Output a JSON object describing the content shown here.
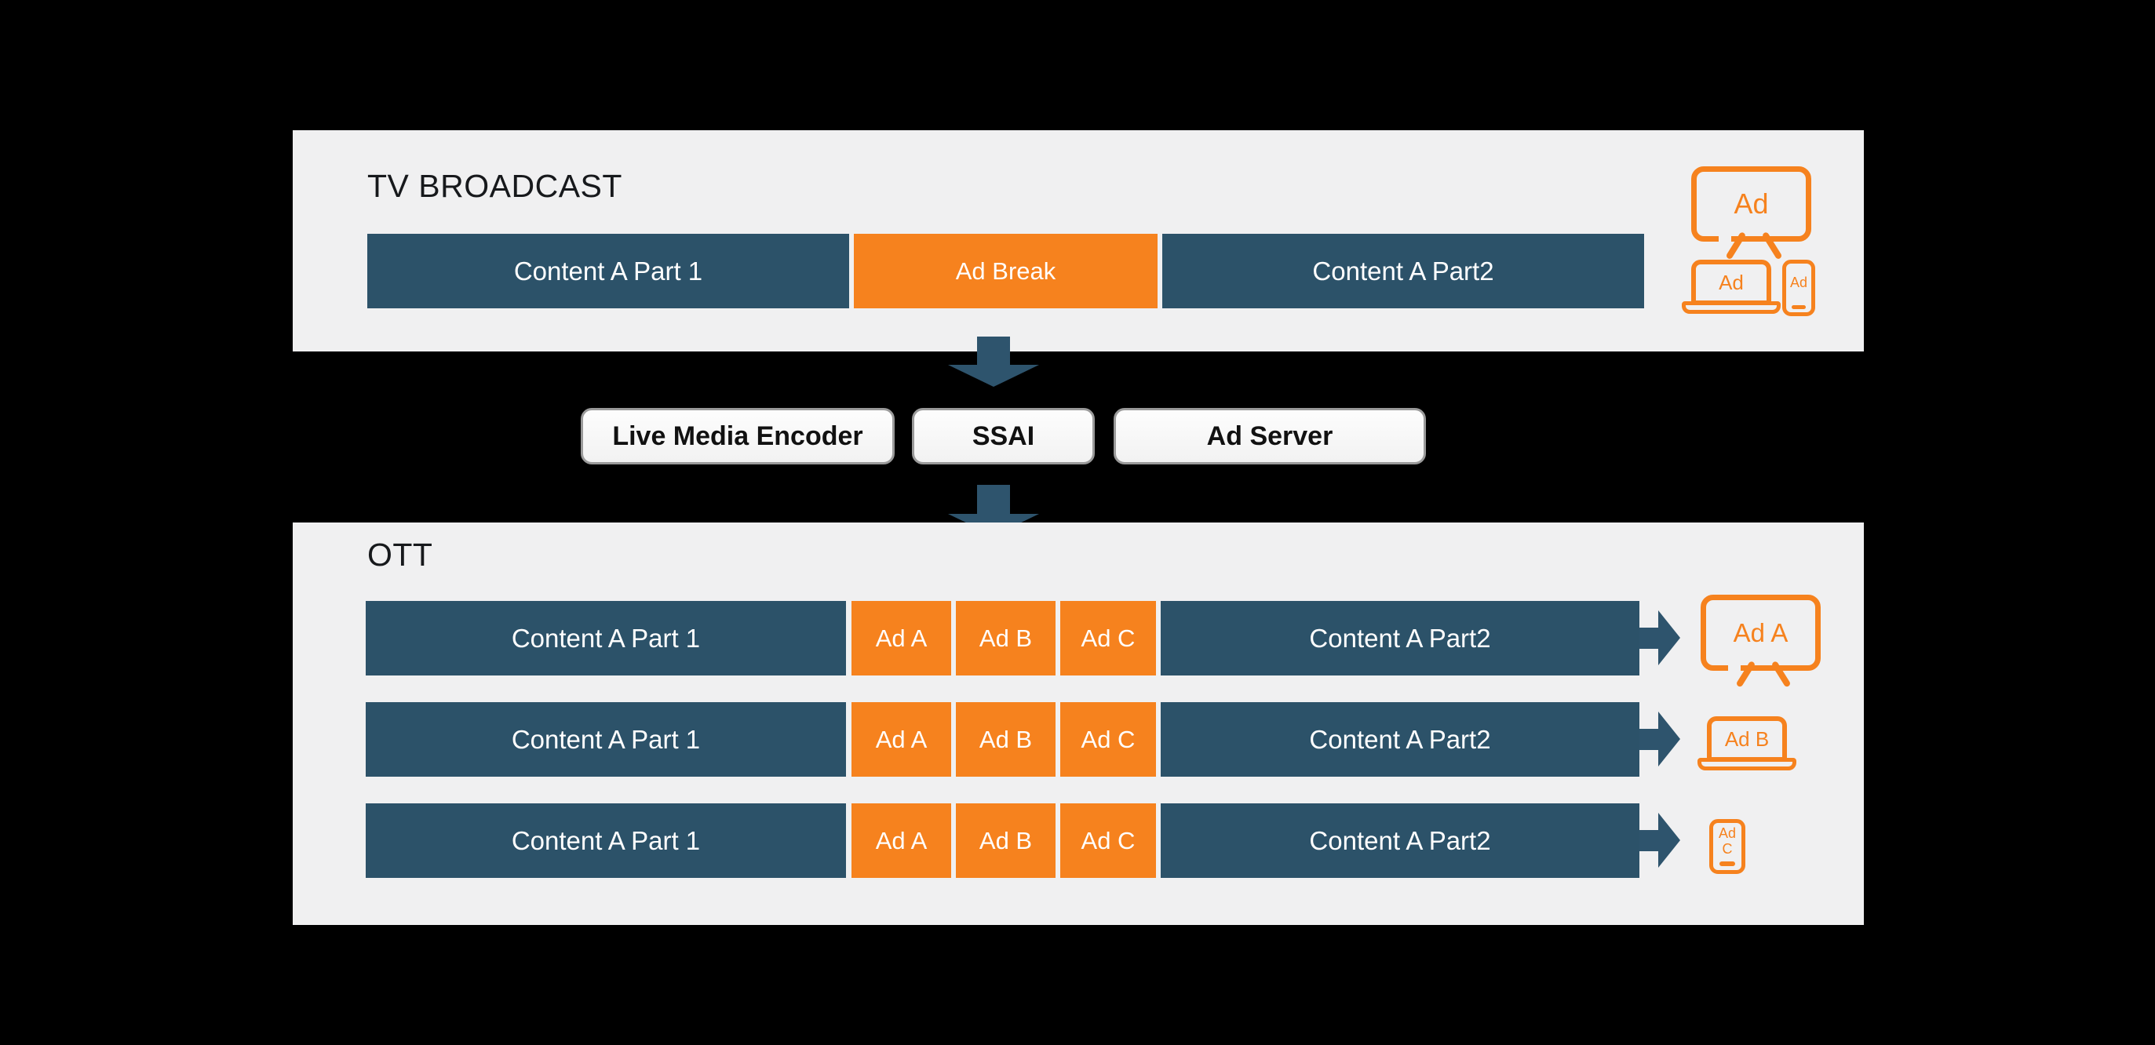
{
  "colors": {
    "background": "#000000",
    "panel": "#f0f0f1",
    "content_blue": "#2c5269",
    "arrow_blue": "#2e546d",
    "ad_orange": "#f6821e",
    "node_fill": "#fbfbfb",
    "node_border": "#9a9a9a"
  },
  "tv_broadcast": {
    "title": "TV BROADCAST",
    "timeline": [
      {
        "label": "Content A Part 1",
        "type": "content"
      },
      {
        "label": "Ad Break",
        "type": "ad"
      },
      {
        "label": "Content A Part2",
        "type": "content"
      }
    ],
    "devices": {
      "tv_label": "Ad",
      "laptop_label": "Ad",
      "phone_label": "Ad"
    }
  },
  "pipeline": {
    "nodes": [
      {
        "label": "Live Media Encoder"
      },
      {
        "label": "SSAI"
      },
      {
        "label": "Ad Server"
      }
    ]
  },
  "ott": {
    "title": "OTT",
    "rows": [
      {
        "segments": [
          {
            "label": "Content A Part 1",
            "type": "content"
          },
          {
            "label": "Ad A",
            "type": "ad"
          },
          {
            "label": "Ad B",
            "type": "ad"
          },
          {
            "label": "Ad C",
            "type": "ad"
          },
          {
            "label": "Content A Part2",
            "type": "content"
          }
        ],
        "device": {
          "type": "tv",
          "label": "Ad A"
        }
      },
      {
        "segments": [
          {
            "label": "Content A Part 1",
            "type": "content"
          },
          {
            "label": "Ad A",
            "type": "ad"
          },
          {
            "label": "Ad B",
            "type": "ad"
          },
          {
            "label": "Ad C",
            "type": "ad"
          },
          {
            "label": "Content A Part2",
            "type": "content"
          }
        ],
        "device": {
          "type": "laptop",
          "label": "Ad B"
        }
      },
      {
        "segments": [
          {
            "label": "Content A Part 1",
            "type": "content"
          },
          {
            "label": "Ad A",
            "type": "ad"
          },
          {
            "label": "Ad B",
            "type": "ad"
          },
          {
            "label": "Ad C",
            "type": "ad"
          },
          {
            "label": "Content A Part2",
            "type": "content"
          }
        ],
        "device": {
          "type": "phone",
          "label_line1": "Ad",
          "label_line2": "C"
        }
      }
    ]
  }
}
